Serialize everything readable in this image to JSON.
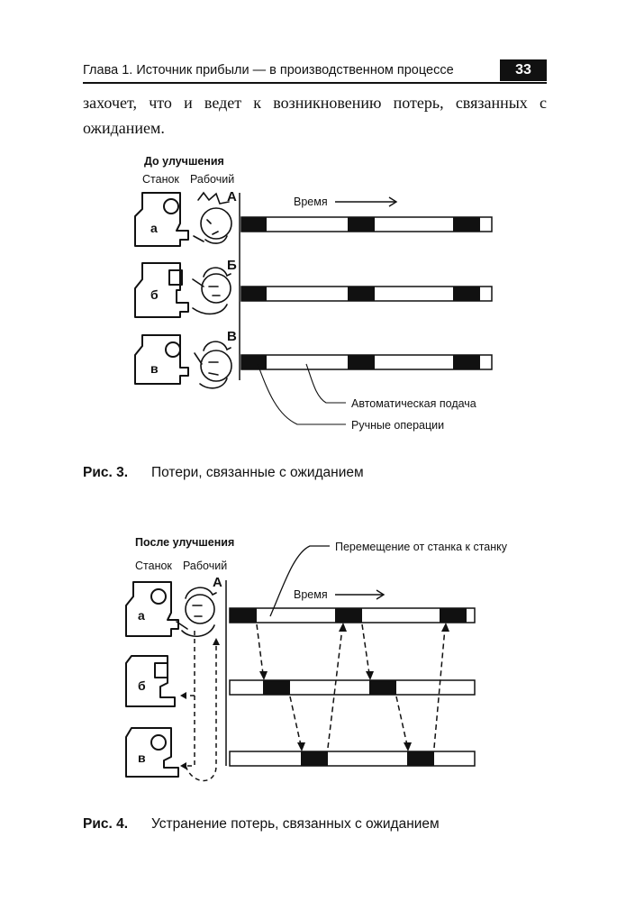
{
  "header": {
    "running_title": "Глава 1. Источник прибыли — в производственном процессе",
    "page_number": "33"
  },
  "body": {
    "paragraph": "захочет, что и ведет к возникновению потерь, связанных с ожиданием."
  },
  "figure3": {
    "title": "До улучшения",
    "col_machine": "Станок",
    "col_worker": "Рабочий",
    "machines": [
      "а",
      "б",
      "в"
    ],
    "rows": [
      "А",
      "Б",
      "В"
    ],
    "time_label": "Время",
    "label_auto": "Автоматическая подача",
    "label_manual": "Ручные операции",
    "caption_num": "Рис. 3.",
    "caption_text": "Потери, связанные с ожиданием"
  },
  "figure4": {
    "title": "После улучшения",
    "col_machine": "Станок",
    "col_worker": "Рабочий",
    "machines": [
      "а",
      "б",
      "в"
    ],
    "rows": [
      "А"
    ],
    "time_label": "Время",
    "label_move": "Перемещение от станка к станку",
    "caption_num": "Рис. 4.",
    "caption_text": "Устранение потерь, связанных с ожиданием"
  }
}
